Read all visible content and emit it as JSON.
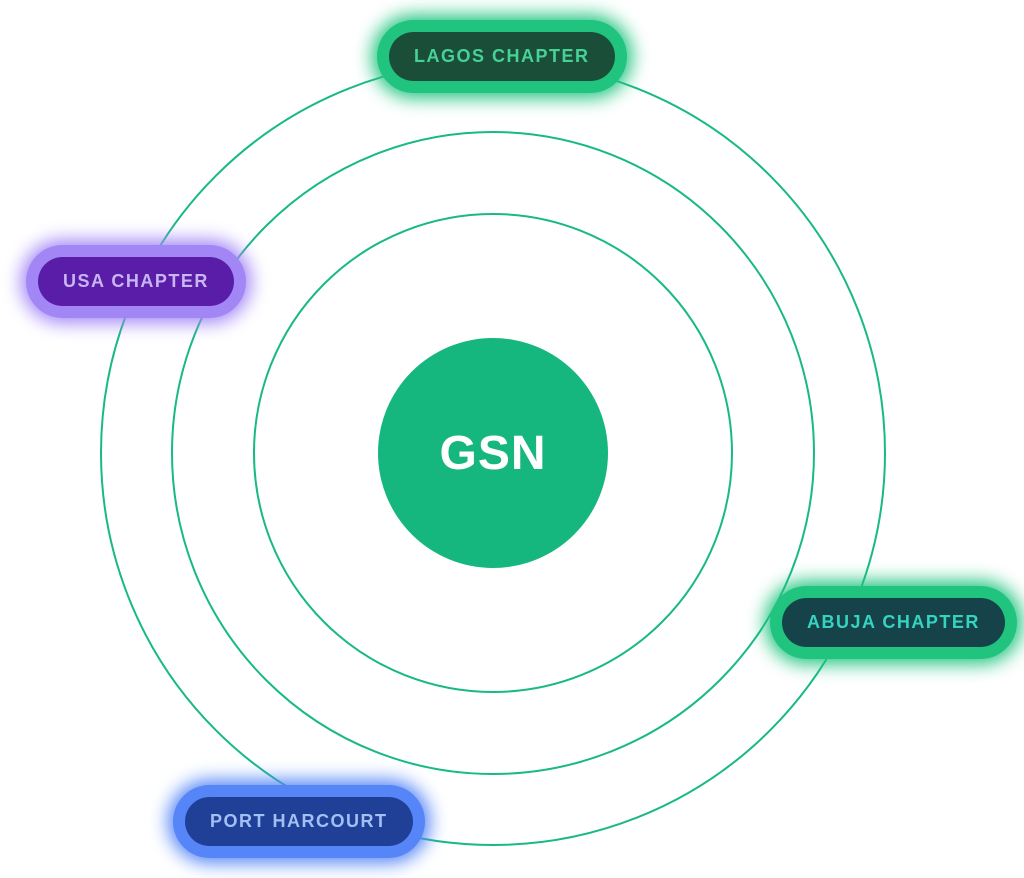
{
  "diagram": {
    "background_color": "#ffffff",
    "orbit_color": "#18b985",
    "orbit_count": 3,
    "center_node": {
      "label": "GSN",
      "fill_color": "#16b67f",
      "text_color": "#ffffff"
    },
    "nodes": [
      {
        "id": "lagos-chapter",
        "label": "LAGOS CHAPTER",
        "glow_color": "#20c47f",
        "fill_color": "#1a4e38",
        "text_color": "#46d295"
      },
      {
        "id": "usa-chapter",
        "label": "USA CHAPTER",
        "glow_color": "#a286f6",
        "fill_color": "#5a1da8",
        "text_color": "#c8b5f4"
      },
      {
        "id": "abuja-chapter",
        "label": "ABUJA CHAPTER",
        "glow_color": "#20c47f",
        "fill_color": "#164249",
        "text_color": "#35d4c0"
      },
      {
        "id": "port-harcourt",
        "label": "PORT HARCOURT",
        "glow_color": "#5585f6",
        "fill_color": "#203f96",
        "text_color": "#a3c0f5"
      }
    ]
  }
}
